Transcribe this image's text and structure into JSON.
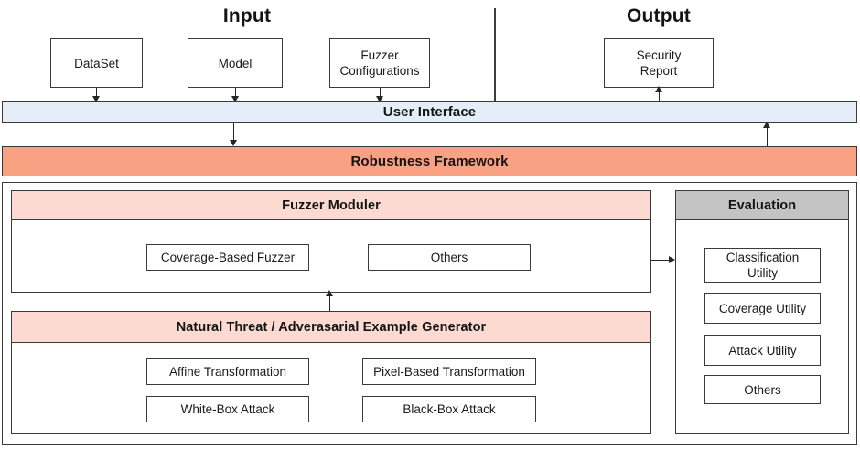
{
  "diagram": {
    "title_input": "Input",
    "title_output": "Output",
    "input_nodes": [
      {
        "label": "DataSet"
      },
      {
        "label": "Model"
      },
      {
        "label": "Fuzzer\nConfigurations"
      }
    ],
    "output_nodes": [
      {
        "label": "Security\nReport"
      }
    ],
    "bars": {
      "user_interface": "User Interface",
      "robustness_framework": "Robustness Framework"
    },
    "panels": {
      "fuzzer_moduler": {
        "header": "Fuzzer Moduler",
        "items": [
          {
            "label": "Coverage-Based Fuzzer"
          },
          {
            "label": "Others"
          }
        ]
      },
      "generator": {
        "header": "Natural Threat / Adverasarial Example Generator",
        "items": [
          {
            "label": "Affine Transformation"
          },
          {
            "label": "Pixel-Based Transformation"
          },
          {
            "label": "White-Box Attack"
          },
          {
            "label": "Black-Box Attack"
          }
        ]
      },
      "evaluation": {
        "header": "Evaluation",
        "items": [
          {
            "label": "Classification\nUtility"
          },
          {
            "label": "Coverage Utility"
          },
          {
            "label": "Attack Utility"
          },
          {
            "label": "Others"
          }
        ]
      }
    },
    "colors": {
      "user_interface_bg": "#e4edf8",
      "robustness_framework_bg": "#f8a183",
      "panel_header_bg": "#fcdad1",
      "evaluation_header_bg": "#c4c4c4",
      "border": "#3a3a3a",
      "connector": "#262626"
    }
  }
}
